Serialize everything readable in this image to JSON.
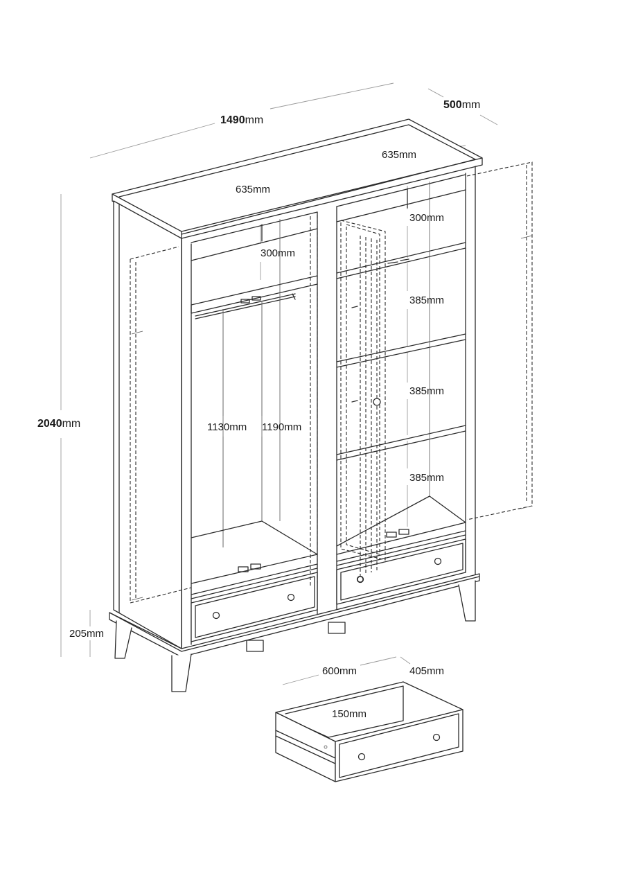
{
  "dimensions": {
    "width": {
      "value": "1490",
      "unit": "mm"
    },
    "depth": {
      "value": "500",
      "unit": "mm"
    },
    "height": {
      "value": "2040",
      "unit": "mm"
    },
    "inner_left": {
      "value": "635",
      "unit": "mm"
    },
    "inner_right": {
      "value": "635",
      "unit": "mm"
    },
    "shelf_left": {
      "value": "300",
      "unit": "mm"
    },
    "shelf_right_top": {
      "value": "300",
      "unit": "mm"
    },
    "shelf_right_1": {
      "value": "385",
      "unit": "mm"
    },
    "shelf_right_2": {
      "value": "385",
      "unit": "mm"
    },
    "shelf_right_3": {
      "value": "385",
      "unit": "mm"
    },
    "hang_height_1": {
      "value": "1130",
      "unit": "mm"
    },
    "hang_height_2": {
      "value": "1190",
      "unit": "mm"
    },
    "leg_height": {
      "value": "205",
      "unit": "mm"
    },
    "drawer_width": {
      "value": "600",
      "unit": "mm"
    },
    "drawer_depth": {
      "value": "405",
      "unit": "mm"
    },
    "drawer_height": {
      "value": "150",
      "unit": "mm"
    }
  }
}
